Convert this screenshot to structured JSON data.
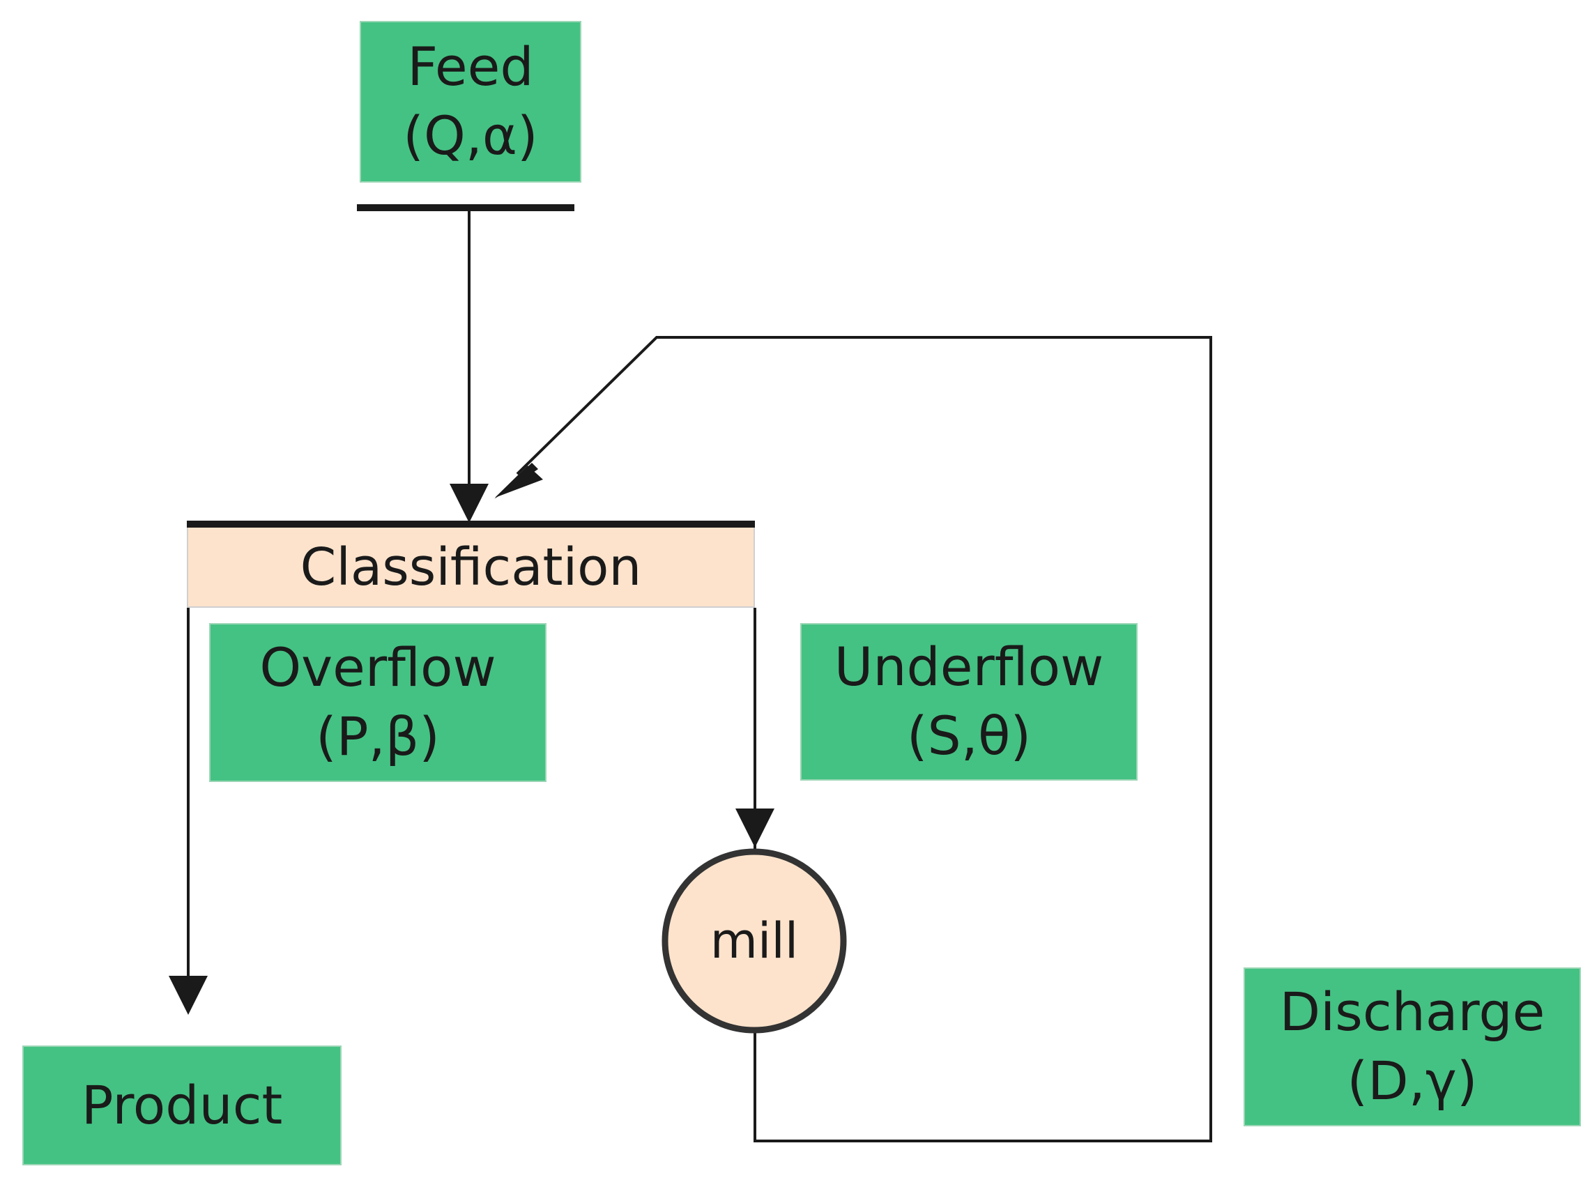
{
  "nodes": {
    "feed": {
      "title": "Feed",
      "symbol": "(Q,α)"
    },
    "classification": {
      "title": "Classification"
    },
    "overflow": {
      "title": "Overflow",
      "symbol": "(P,β)"
    },
    "underflow": {
      "title": "Underflow",
      "symbol": "(S,θ)"
    },
    "mill": {
      "title": "mill"
    },
    "product": {
      "title": "Product"
    },
    "discharge": {
      "title": "Discharge",
      "symbol": "(D,γ)"
    }
  },
  "colors": {
    "green_box": "#44c283",
    "peach": "#fde3cc",
    "line": "#1a1a1a"
  }
}
